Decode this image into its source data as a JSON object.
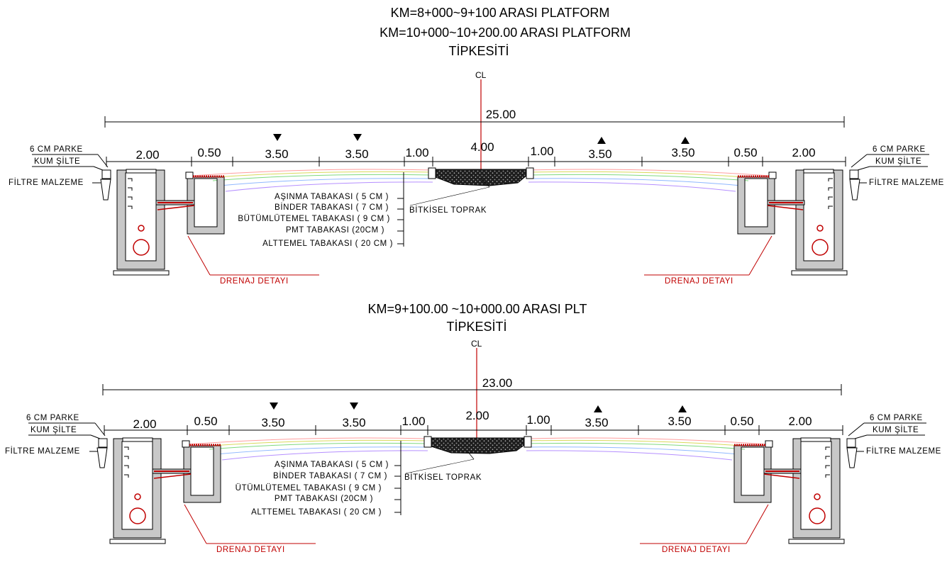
{
  "colors": {
    "line": "#000000",
    "drainage": "#c00000",
    "centerline": "#c00000",
    "concrete": "#c8c8c8",
    "median_fill": "#2a2a2a",
    "layers": [
      "#ff9e9e",
      "#d9d95a",
      "#7fd97f",
      "#8fb8ff",
      "#b58fff"
    ]
  },
  "sections": [
    {
      "titles": [
        "KM=8+000~9+100 ARASI PLATFORM",
        "KM=10+000~10+200.00 ARASI PLATFORM",
        "TİPKESİTİ"
      ],
      "centerline_symbol": "CL",
      "total_width": "25.00",
      "segments": [
        "2.00",
        "0.50",
        "3.50",
        "3.50",
        "1.00",
        "4.00",
        "1.00",
        "3.50",
        "3.50",
        "0.50",
        "2.00"
      ],
      "edge_labels_left": [
        "6 CM PARKE",
        "KUM ŞİLTE",
        "FİLTRE MALZEME"
      ],
      "edge_labels_right": [
        "6 CM PARKE",
        "KUM ŞİLTE",
        "FİLTRE MALZEME"
      ],
      "layers": [
        "AŞINMA TABAKASI ( 5 CM )",
        "BİNDER TABAKASI ( 7 CM )",
        "BÜTÜMLÜTEMEL TABAKASI ( 9 CM )",
        "PMT TABAKASI (20CM )",
        "ALTTEMEL TABAKASI ( 20 CM )"
      ],
      "median_label": "BİTKİSEL TOPRAK",
      "drainage_label_left": "DRENAJ DETAYI",
      "drainage_label_right": "DRENAJ DETAYI"
    },
    {
      "titles": [
        "KM=9+100.00 ~10+000.00  ARASI PLT",
        "TİPKESİTİ"
      ],
      "centerline_symbol": "CL",
      "total_width": "23.00",
      "segments": [
        "2.00",
        "0.50",
        "3.50",
        "3.50",
        "1.00",
        "2.00",
        "1.00",
        "3.50",
        "3.50",
        "0.50",
        "2.00"
      ],
      "edge_labels_left": [
        "6 CM PARKE",
        "KUM ŞİLTE",
        "FİLTRE MALZEME"
      ],
      "edge_labels_right": [
        "6 CM PARKE",
        "KUM ŞİLTE",
        "FİLTRE MALZEME"
      ],
      "layers": [
        "AŞINMA TABAKASI ( 5 CM )",
        "BİNDER TABAKASI ( 7 CM )",
        "ÜTÜMLÜTEMEL TABAKASI ( 9 CM )",
        "PMT TABAKASI (20CM )",
        "ALTTEMEL TABAKASI ( 20 CM )"
      ],
      "median_label": "BİTKİSEL TOPRAK",
      "drainage_label_left": "DRENAJ DETAYI",
      "drainage_label_right": "DRENAJ DETAYI"
    }
  ]
}
